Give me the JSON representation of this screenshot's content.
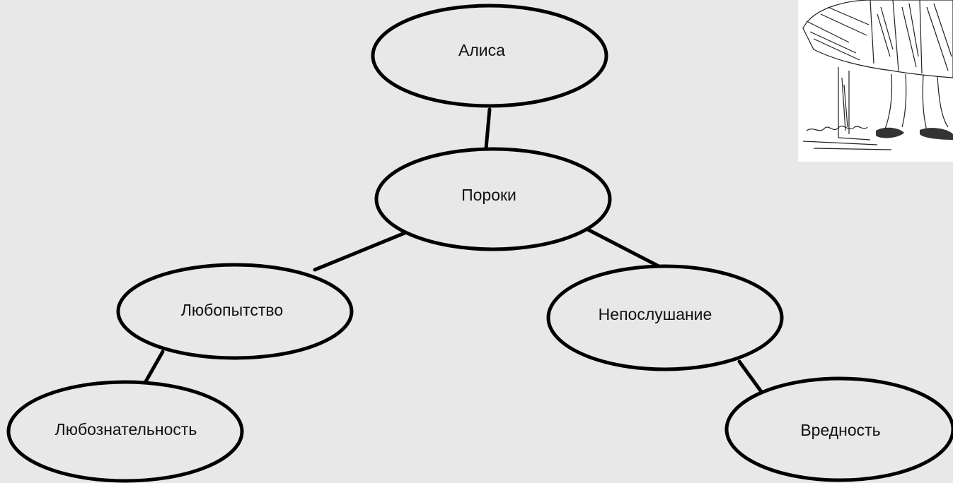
{
  "diagram": {
    "nodes": [
      {
        "id": "alisa",
        "label": "Алиса"
      },
      {
        "id": "poroki",
        "label": "Пороки"
      },
      {
        "id": "lyubopytstvo",
        "label": "Любопытство"
      },
      {
        "id": "neposlushanie",
        "label": "Непослушание"
      },
      {
        "id": "lyuboznatelnost",
        "label": "Любознательность"
      },
      {
        "id": "vrednost",
        "label": "Вредность"
      }
    ],
    "edges": [
      {
        "from": "alisa",
        "to": "poroki"
      },
      {
        "from": "poroki",
        "to": "lyubopytstvo"
      },
      {
        "from": "poroki",
        "to": "neposlushanie"
      },
      {
        "from": "lyubopytstvo",
        "to": "lyuboznatelnost"
      },
      {
        "from": "neposlushanie",
        "to": "vrednost"
      }
    ]
  },
  "illustration": {
    "subject": "Alice illustration (pen-and-ink)"
  },
  "colors": {
    "background": "#e8e8e8",
    "stroke": "#000000"
  }
}
